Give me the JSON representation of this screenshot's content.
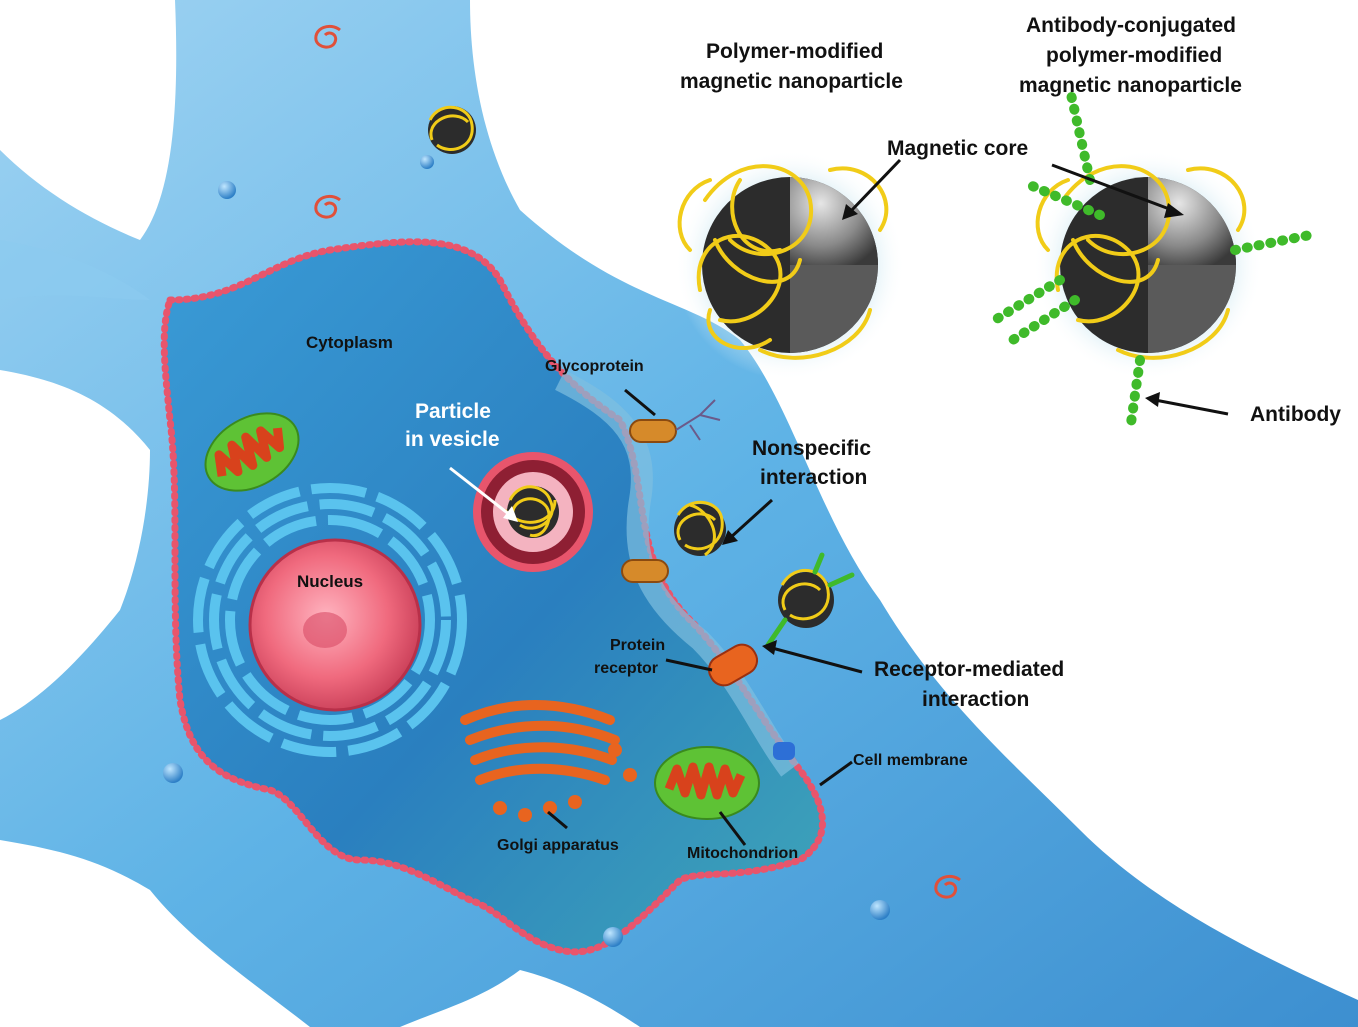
{
  "labels": {
    "cytoplasm": "Cytoplasm",
    "nucleus": "Nucleus",
    "particle_in_vesicle_line1": "Particle",
    "particle_in_vesicle_line2": "in vesicle",
    "glycoprotein": "Glycoprotein",
    "nonspecific_line1": "Nonspecific",
    "nonspecific_line2": "interaction",
    "protein_receptor_line1": "Protein",
    "protein_receptor_line2": "receptor",
    "receptor_mediated_line1": "Receptor-mediated",
    "receptor_mediated_line2": "interaction",
    "cell_membrane": "Cell membrane",
    "golgi": "Golgi apparatus",
    "mitochondrion": "Mitochondrion",
    "polymer_np_line1": "Polymer-modified",
    "polymer_np_line2": "magnetic nanoparticle",
    "antibody_np_line1": "Antibody-conjugated",
    "antibody_np_line2": "polymer-modified",
    "antibody_np_line3": "magnetic nanoparticle",
    "magnetic_core": "Magnetic core",
    "antibody": "Antibody"
  },
  "colors": {
    "cell_light": "#5fb3e6",
    "cell_mid": "#3d8fd0",
    "cell_inner": "#2f86c0",
    "membrane": "#e8556c",
    "nucleus": "#f06a7e",
    "er": "#5ac3ee",
    "golgi": "#e8641f",
    "mito_outer": "#5ec235",
    "mito_inner": "#d8421c",
    "polymer": "#f1cc18",
    "core": "#8a8a8a",
    "antibody": "#3fba2a"
  }
}
